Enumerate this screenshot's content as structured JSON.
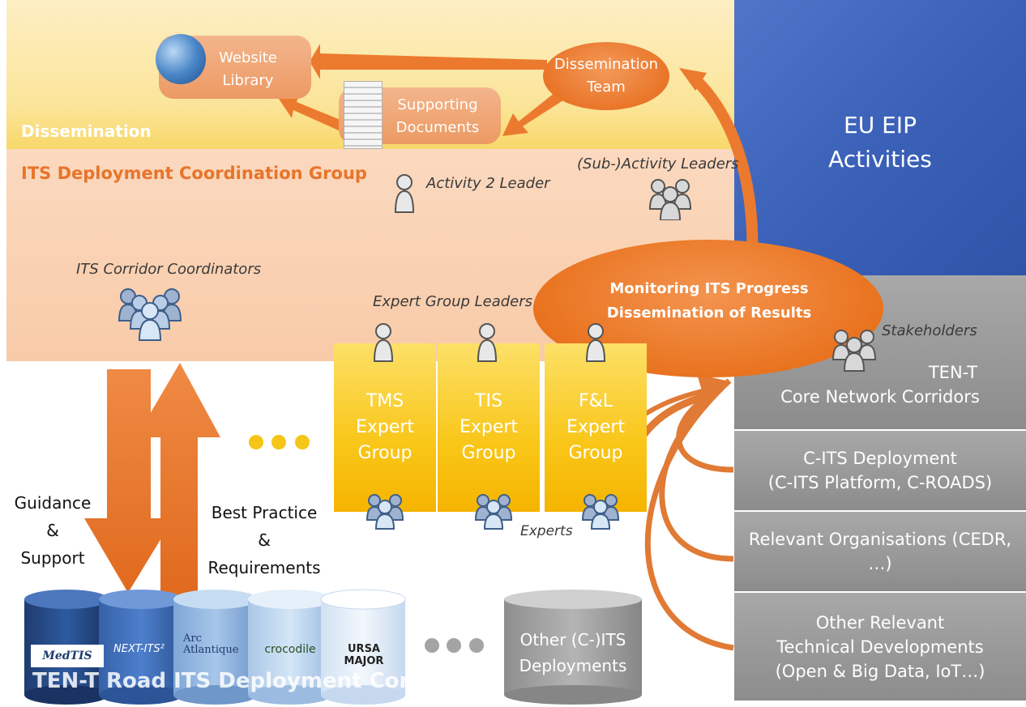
{
  "dissemination": {
    "title": "Dissemination",
    "website_library": [
      "Website",
      "Library"
    ],
    "supporting_documents": [
      "Supporting",
      "Documents"
    ],
    "dissemination_team": [
      "Dissemination",
      "Team"
    ]
  },
  "coordination": {
    "title": "ITS Deployment Coordination Group",
    "activity_leader": "Activity 2 Leader",
    "sub_activity_leaders": "(Sub-)Activity Leaders",
    "corridor_coordinators": "ITS Corridor Coordinators",
    "expert_group_leaders": "Expert Group Leaders"
  },
  "monitoring": [
    "Monitoring ITS Progress",
    "Dissemination of Results"
  ],
  "eu_eip": [
    "EU EIP",
    "Activities"
  ],
  "stakeholders": {
    "label": "Stakeholders",
    "ten_t": [
      "TEN-T",
      "Core Network Corridors"
    ],
    "c_its": [
      "C-ITS Deployment",
      "(C-ITS Platform, C-ROADS)"
    ],
    "organisations": "Relevant Organisations (CEDR, …)",
    "other": [
      "Other Relevant",
      "Technical Developments",
      "(Open & Big Data, IoT…)"
    ]
  },
  "expert_groups": [
    {
      "lines": [
        "TMS",
        "Expert",
        "Group"
      ]
    },
    {
      "lines": [
        "TIS",
        "Expert",
        "Group"
      ]
    },
    {
      "lines": [
        "F&L",
        "Expert",
        "Group"
      ]
    }
  ],
  "experts_label": "Experts",
  "arrows": {
    "guidance": [
      "Guidance",
      "&",
      "Support"
    ],
    "best_practice": [
      "Best Practice",
      "&",
      "Requirements"
    ]
  },
  "corridors": {
    "labels": [
      "MedTIS",
      "NEXT-ITS²",
      "Arc Atlantique",
      "crocodile",
      "URSA MAJOR"
    ],
    "caption": "TEN-T Road ITS Deployment Corridors"
  },
  "other_deployments": [
    "Other (C-)ITS",
    "Deployments"
  ],
  "colors": {
    "orange": "#ec7a2e",
    "blue": "#3b61b8",
    "grey": "#9a9a9a",
    "yellow": "#f9c618"
  }
}
